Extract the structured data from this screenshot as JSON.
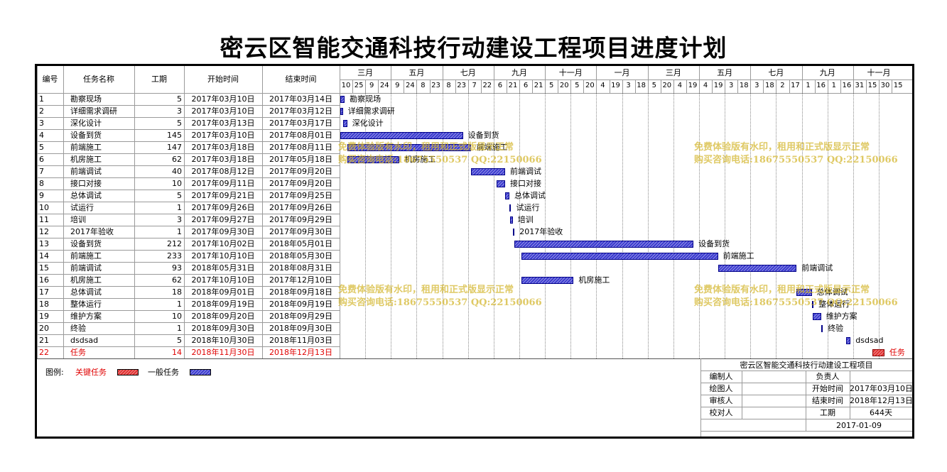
{
  "title": "密云区智能交通科技行动建设工程项目进度计划",
  "headers": {
    "num": "编号",
    "name": "任务名称",
    "dur": "工期",
    "start": "开始时间",
    "end": "结束时间"
  },
  "months": [
    "三月",
    "五月",
    "七月",
    "九月",
    "十一月",
    "一月",
    "三月",
    "五月",
    "七月",
    "九月",
    "十一月"
  ],
  "weeks": [
    "10",
    "25",
    "9",
    "24",
    "9",
    "24",
    "8",
    "23",
    "8",
    "23",
    "7",
    "22",
    "6",
    "21",
    "6",
    "21",
    "5",
    "20",
    "5",
    "20",
    "4",
    "19",
    "3",
    "18",
    "5",
    "20",
    "4",
    "19",
    "4",
    "19",
    "3",
    "18",
    "3",
    "18",
    "2",
    "17",
    "1",
    "16",
    "1",
    "16",
    "31",
    "15",
    "30",
    "15"
  ],
  "tasks": [
    {
      "num": "1",
      "name": "勘察现场",
      "dur": "5",
      "start": "2017年03月10日",
      "end": "2017年03月14日",
      "critical": false
    },
    {
      "num": "2",
      "name": "详细需求调研",
      "dur": "3",
      "start": "2017年03月10日",
      "end": "2017年03月12日",
      "critical": false
    },
    {
      "num": "3",
      "name": "深化设计",
      "dur": "5",
      "start": "2017年03月13日",
      "end": "2017年03月17日",
      "critical": false
    },
    {
      "num": "4",
      "name": "设备到货",
      "dur": "145",
      "start": "2017年03月10日",
      "end": "2017年08月01日",
      "critical": false
    },
    {
      "num": "5",
      "name": "前端施工",
      "dur": "147",
      "start": "2017年03月18日",
      "end": "2017年08月11日",
      "critical": false
    },
    {
      "num": "6",
      "name": "机房施工",
      "dur": "62",
      "start": "2017年03月18日",
      "end": "2017年05月18日",
      "critical": false
    },
    {
      "num": "7",
      "name": "前端调试",
      "dur": "40",
      "start": "2017年08月12日",
      "end": "2017年09月20日",
      "critical": false
    },
    {
      "num": "8",
      "name": "接口对接",
      "dur": "10",
      "start": "2017年09月11日",
      "end": "2017年09月20日",
      "critical": false
    },
    {
      "num": "9",
      "name": "总体调试",
      "dur": "5",
      "start": "2017年09月21日",
      "end": "2017年09月25日",
      "critical": false
    },
    {
      "num": "10",
      "name": "试运行",
      "dur": "1",
      "start": "2017年09月26日",
      "end": "2017年09月26日",
      "critical": false
    },
    {
      "num": "11",
      "name": "培训",
      "dur": "3",
      "start": "2017年09月27日",
      "end": "2017年09月29日",
      "critical": false
    },
    {
      "num": "12",
      "name": "2017年验收",
      "dur": "1",
      "start": "2017年09月30日",
      "end": "2017年09月30日",
      "critical": false
    },
    {
      "num": "13",
      "name": "设备到货",
      "dur": "212",
      "start": "2017年10月02日",
      "end": "2018年05月01日",
      "critical": false
    },
    {
      "num": "14",
      "name": "前端施工",
      "dur": "233",
      "start": "2017年10月10日",
      "end": "2018年05月30日",
      "critical": false
    },
    {
      "num": "15",
      "name": "前端调试",
      "dur": "93",
      "start": "2018年05月31日",
      "end": "2018年08月31日",
      "critical": false
    },
    {
      "num": "16",
      "name": "机房施工",
      "dur": "62",
      "start": "2017年10月10日",
      "end": "2017年12月10日",
      "critical": false
    },
    {
      "num": "17",
      "name": "总体调试",
      "dur": "18",
      "start": "2018年09月01日",
      "end": "2018年09月18日",
      "critical": false
    },
    {
      "num": "18",
      "name": "整体运行",
      "dur": "1",
      "start": "2018年09月19日",
      "end": "2018年09月19日",
      "critical": false
    },
    {
      "num": "19",
      "name": "维护方案",
      "dur": "10",
      "start": "2018年09月20日",
      "end": "2018年09月29日",
      "critical": false
    },
    {
      "num": "20",
      "name": "终验",
      "dur": "1",
      "start": "2018年09月30日",
      "end": "2018年09月30日",
      "critical": false
    },
    {
      "num": "21",
      "name": "dsdsad",
      "dur": "5",
      "start": "2018年10月30日",
      "end": "2018年11月03日",
      "critical": false
    },
    {
      "num": "22",
      "name": "任务",
      "dur": "14",
      "start": "2018年11月30日",
      "end": "2018年12月13日",
      "critical": true
    }
  ],
  "legend": {
    "label": "图例:",
    "critical": "关键任务",
    "normal": "一般任务"
  },
  "info": {
    "project": "密云区智能交通科技行动建设工程项目",
    "prepared": "编制人",
    "owner": "负责人",
    "drawn": "绘图人",
    "start_label": "开始时间",
    "start_value": "2017年03月10日",
    "reviewer": "审核人",
    "end_label": "结束时间",
    "end_value": "2018年12月13日",
    "checker": "校对人",
    "dur_label": "工期",
    "dur_value": "644天",
    "date": "2017-01-09"
  },
  "watermark": [
    "免费体验版有水印，租用和正式版显示正常",
    "购买咨询电话:18675550537 QQ:22150066"
  ],
  "colors": {
    "normal_bar": "#3b3bcf",
    "critical_bar": "#e03030",
    "critical_text": "#e00000",
    "watermark": "#d2b428"
  }
}
